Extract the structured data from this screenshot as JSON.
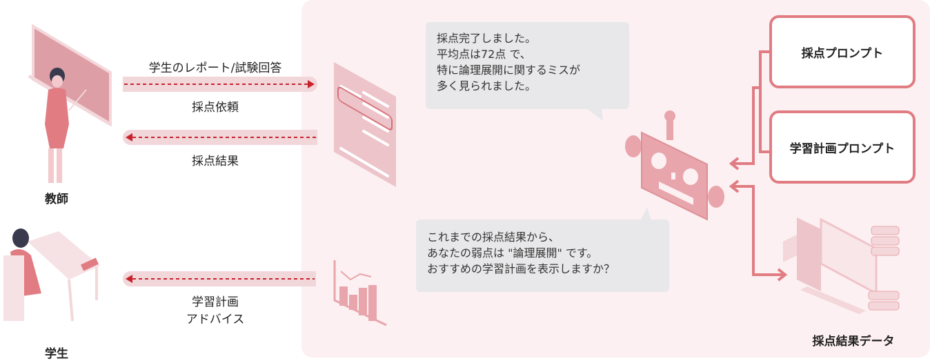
{
  "actors": {
    "teacher": "教師",
    "student": "学生"
  },
  "flows": {
    "submit_top": "学生のレポート/試験回答",
    "submit_bottom": "採点依頼",
    "result": "採点結果",
    "advice_line1": "学習計画",
    "advice_line2": "アドバイス"
  },
  "bubbles": {
    "grading": [
      "採点完了しました。",
      "平均点は72点 で、",
      "特に論理展開に関するミスが",
      "多く見られました。"
    ],
    "advice": [
      "これまでの採点結果から、",
      "あなたの弱点は \"論理展開\" です。",
      "おすすめの学習計画を表示しますか？"
    ]
  },
  "prompts": {
    "grading": "採点プロンプト",
    "plan": "学習計画プロンプト"
  },
  "data_store": "採点結果データ",
  "colors": {
    "accent": "#e07c82",
    "arrow": "#c8232c",
    "panel": "#fcf0f2",
    "bubble": "#e8e8ea"
  }
}
